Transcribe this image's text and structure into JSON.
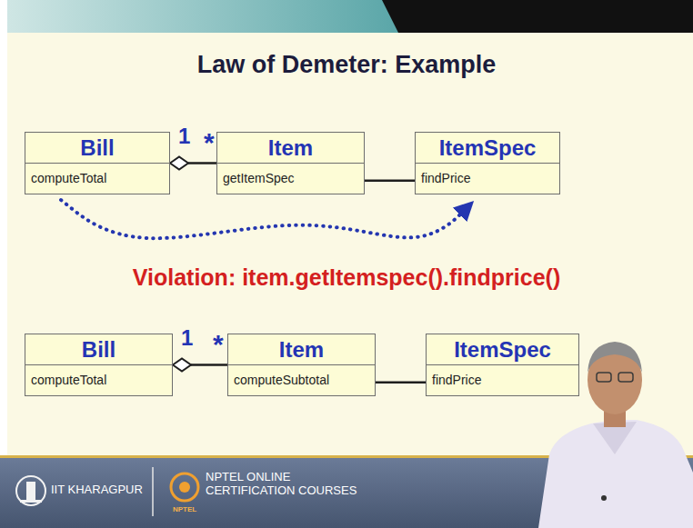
{
  "diagram": {
    "title": "Law of Demeter: Example",
    "nodes": [
      {
        "text": [
          "Bill",
          "computeTotal"
        ]
      },
      {
        "text": [
          "Item",
          "getItemSpec"
        ]
      },
      {
        "text": [
          "ItemSpec",
          "findPrice"
        ]
      },
      {
        "text": [
          "Bill",
          "computeTotal"
        ]
      },
      {
        "text": [
          "Item",
          "computeSubtotal"
        ]
      },
      {
        "text": [
          "ItemSpec",
          "findPrice"
        ]
      }
    ],
    "edges": [
      {
        "from": 0,
        "to": 1,
        "arrow": "none"
      },
      {
        "from": 1,
        "to": 2,
        "arrow": "none"
      },
      {
        "from": 0,
        "to": 2,
        "arrow": "to"
      },
      {
        "from": 3,
        "to": 4,
        "arrow": "none"
      },
      {
        "from": 4,
        "to": 5,
        "arrow": "none"
      }
    ],
    "labels": [
      "1",
      "*",
      "Violation: item.getItemspec().findprice()",
      "1",
      "*",
      "IIT KHARAGPUR",
      "NPTEL ONLINE CERTIFICATION COURSES",
      "NPTEL"
    ]
  }
}
